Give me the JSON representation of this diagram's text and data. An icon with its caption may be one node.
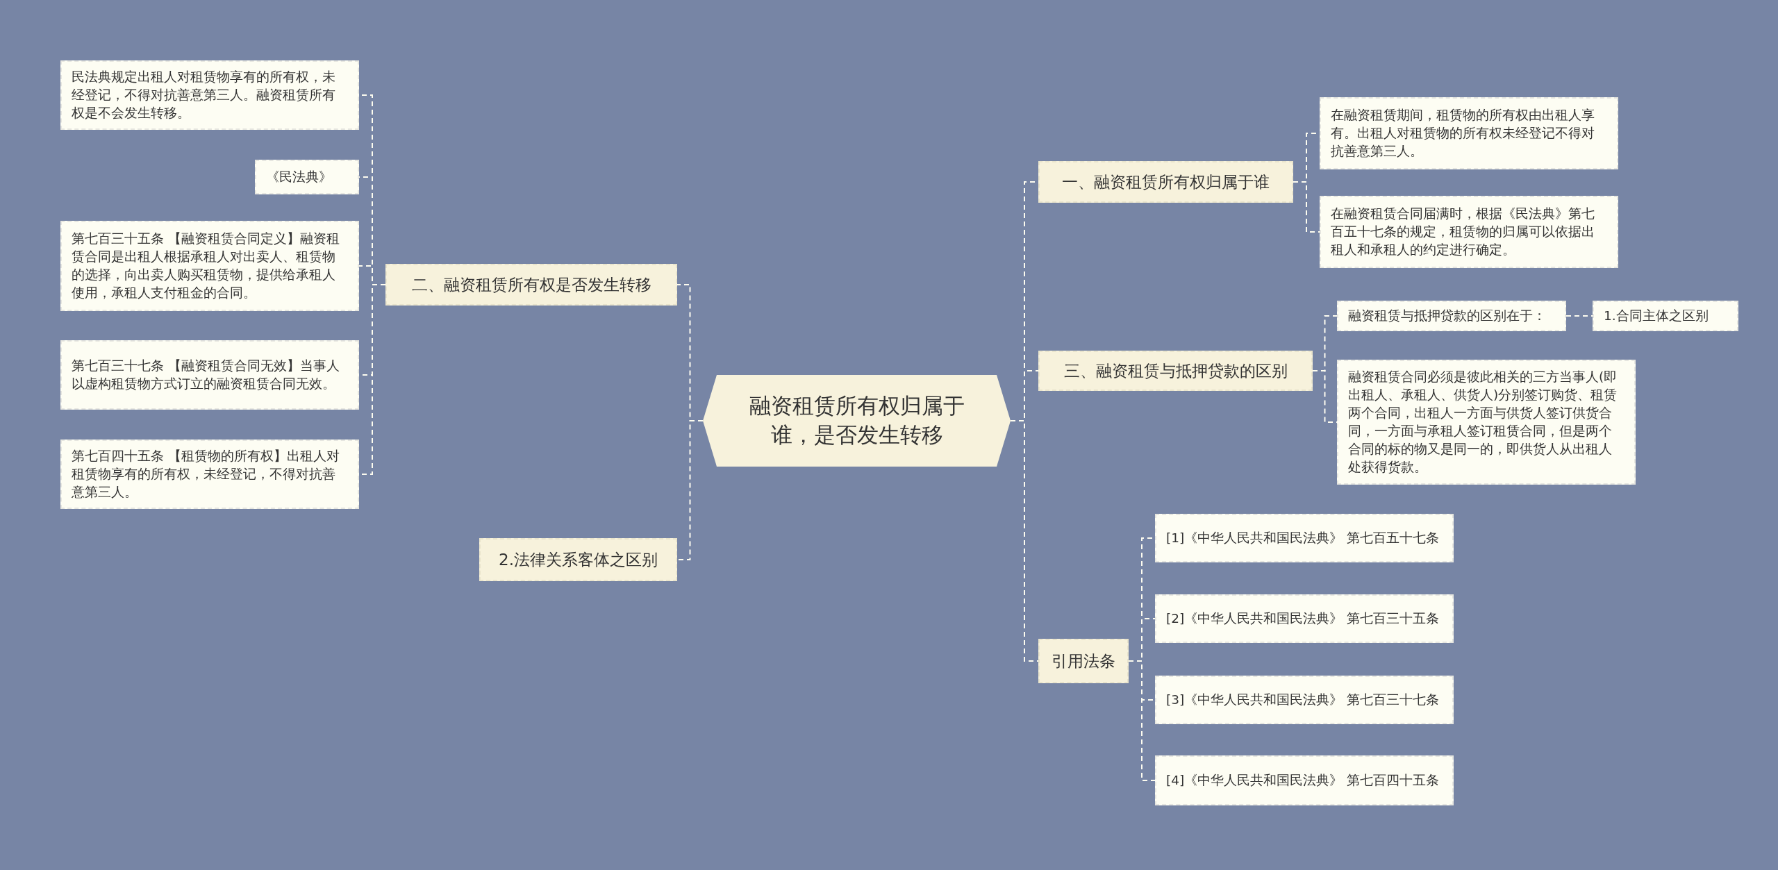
{
  "diagram": {
    "nodes": [
      {
        "text": [
          "融资租赁所有权归属于谁，是否发生转移"
        ]
      },
      {
        "text": [
          "二、融资租赁所有权是否发生转移"
        ]
      },
      {
        "text": [
          "2.法律关系客体之区别"
        ]
      },
      {
        "text": [
          "民法典规定出租人对租赁物享有的所有权，未经登记，不得对抗善意第三人。融资租赁所有权是不会发生转移。"
        ]
      },
      {
        "text": [
          "《民法典》"
        ]
      },
      {
        "text": [
          "第七百三十五条 【融资租赁合同定义】融资租赁合同是出租人根据承租人对出卖人、租赁物的选择，向出卖人购买租赁物，提供给承租人使用，承租人支付租金的合同。"
        ]
      },
      {
        "text": [
          "第七百三十七条 【融资租赁合同无效】当事人以虚构租赁物方式订立的融资租赁合同无效。"
        ]
      },
      {
        "text": [
          "第七百四十五条 【租赁物的所有权】出租人对租赁物享有的所有权，未经登记，不得对抗善意第三人。"
        ]
      },
      {
        "text": [
          "一、融资租赁所有权归属于谁"
        ]
      },
      {
        "text": [
          "在融资租赁期间，租赁物的所有权由出租人享有。出租人对租赁物的所有权未经登记不得对抗善意第三人。"
        ]
      },
      {
        "text": [
          "在融资租赁合同届满时，根据《民法典》第七百五十七条的规定，租赁物的归属可以依据出租人和承租人的约定进行确定。"
        ]
      },
      {
        "text": [
          "三、融资租赁与抵押贷款的区别"
        ]
      },
      {
        "text": [
          "融资租赁与抵押贷款的区别在于："
        ]
      },
      {
        "text": [
          "1.合同主体之区别"
        ]
      },
      {
        "text": [
          "融资租赁合同必须是彼此相关的三方当事人(即出租人、承租人、供货人)分别签订购货、租赁两个合同，出租人一方面与供货人签订供货合同，一方面与承租人签订租赁合同，但是两个合同的标的物又是同一的，即供货人从出租人处获得货款。"
        ]
      },
      {
        "text": [
          "引用法条"
        ]
      },
      {
        "text": [
          "[1]《中华人民共和国民法典》 第七百五十七条"
        ]
      },
      {
        "text": [
          "[2]《中华人民共和国民法典》 第七百三十五条"
        ]
      },
      {
        "text": [
          "[3]《中华人民共和国民法典》 第七百三十七条"
        ]
      },
      {
        "text": [
          "[4]《中华人民共和国民法典》 第七百四十五条"
        ]
      }
    ],
    "edges": [
      {
        "from": 0,
        "to": 1,
        "arrow": "none"
      },
      {
        "from": 0,
        "to": 2,
        "arrow": "none"
      },
      {
        "from": 1,
        "to": 3,
        "arrow": "none"
      },
      {
        "from": 1,
        "to": 4,
        "arrow": "none"
      },
      {
        "from": 1,
        "to": 5,
        "arrow": "none"
      },
      {
        "from": 1,
        "to": 6,
        "arrow": "none"
      },
      {
        "from": 1,
        "to": 7,
        "arrow": "none"
      },
      {
        "from": 0,
        "to": 8,
        "arrow": "none"
      },
      {
        "from": 8,
        "to": 9,
        "arrow": "none"
      },
      {
        "from": 8,
        "to": 10,
        "arrow": "none"
      },
      {
        "from": 0,
        "to": 11,
        "arrow": "none"
      },
      {
        "from": 11,
        "to": 12,
        "arrow": "none"
      },
      {
        "from": 12,
        "to": 13,
        "arrow": "none"
      },
      {
        "from": 11,
        "to": 14,
        "arrow": "none"
      },
      {
        "from": 0,
        "to": 15,
        "arrow": "none"
      },
      {
        "from": 15,
        "to": 16,
        "arrow": "none"
      },
      {
        "from": 15,
        "to": 17,
        "arrow": "none"
      },
      {
        "from": 15,
        "to": 18,
        "arrow": "none"
      },
      {
        "from": 15,
        "to": 19,
        "arrow": "none"
      }
    ]
  }
}
